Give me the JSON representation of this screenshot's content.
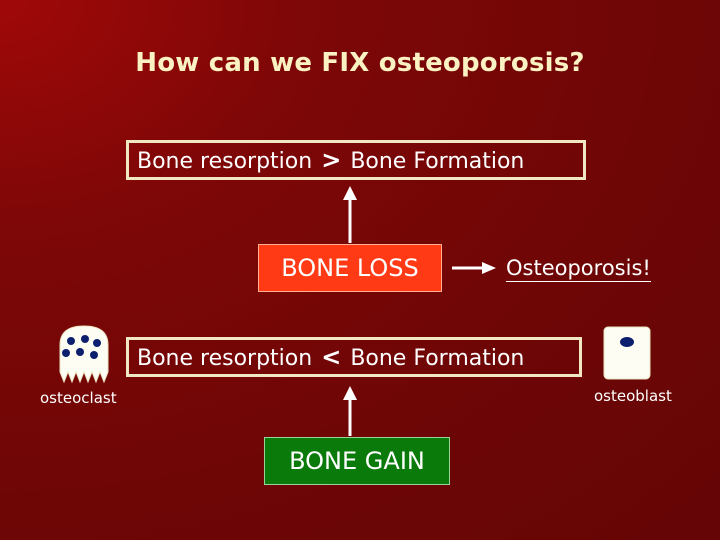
{
  "title": "How can we FIX osteoporosis?",
  "top_equation": {
    "left": "Bone resorption",
    "operator": ">",
    "right": "Bone Formation"
  },
  "bone_loss": "BONE LOSS",
  "osteoporosis": "Osteoporosis!",
  "bottom_equation": {
    "left": "Bone resorption",
    "operator": "<",
    "right": "Bone Formation"
  },
  "bone_gain": "BONE GAIN",
  "osteoclast_label": "osteoclast",
  "osteoblast_label": "osteoblast",
  "colors": {
    "background": "#7e0707",
    "title": "#fbf2c4",
    "box_border": "#f1e8c3",
    "bone_loss": "#ff3a14",
    "bone_gain": "#0a7a0a",
    "cell_fill": "#fefdf3",
    "nucleus": "#0c1f6e"
  },
  "icons": [
    "osteoclast-icon",
    "osteoblast-icon",
    "up-arrow-icon",
    "right-arrow-icon"
  ]
}
